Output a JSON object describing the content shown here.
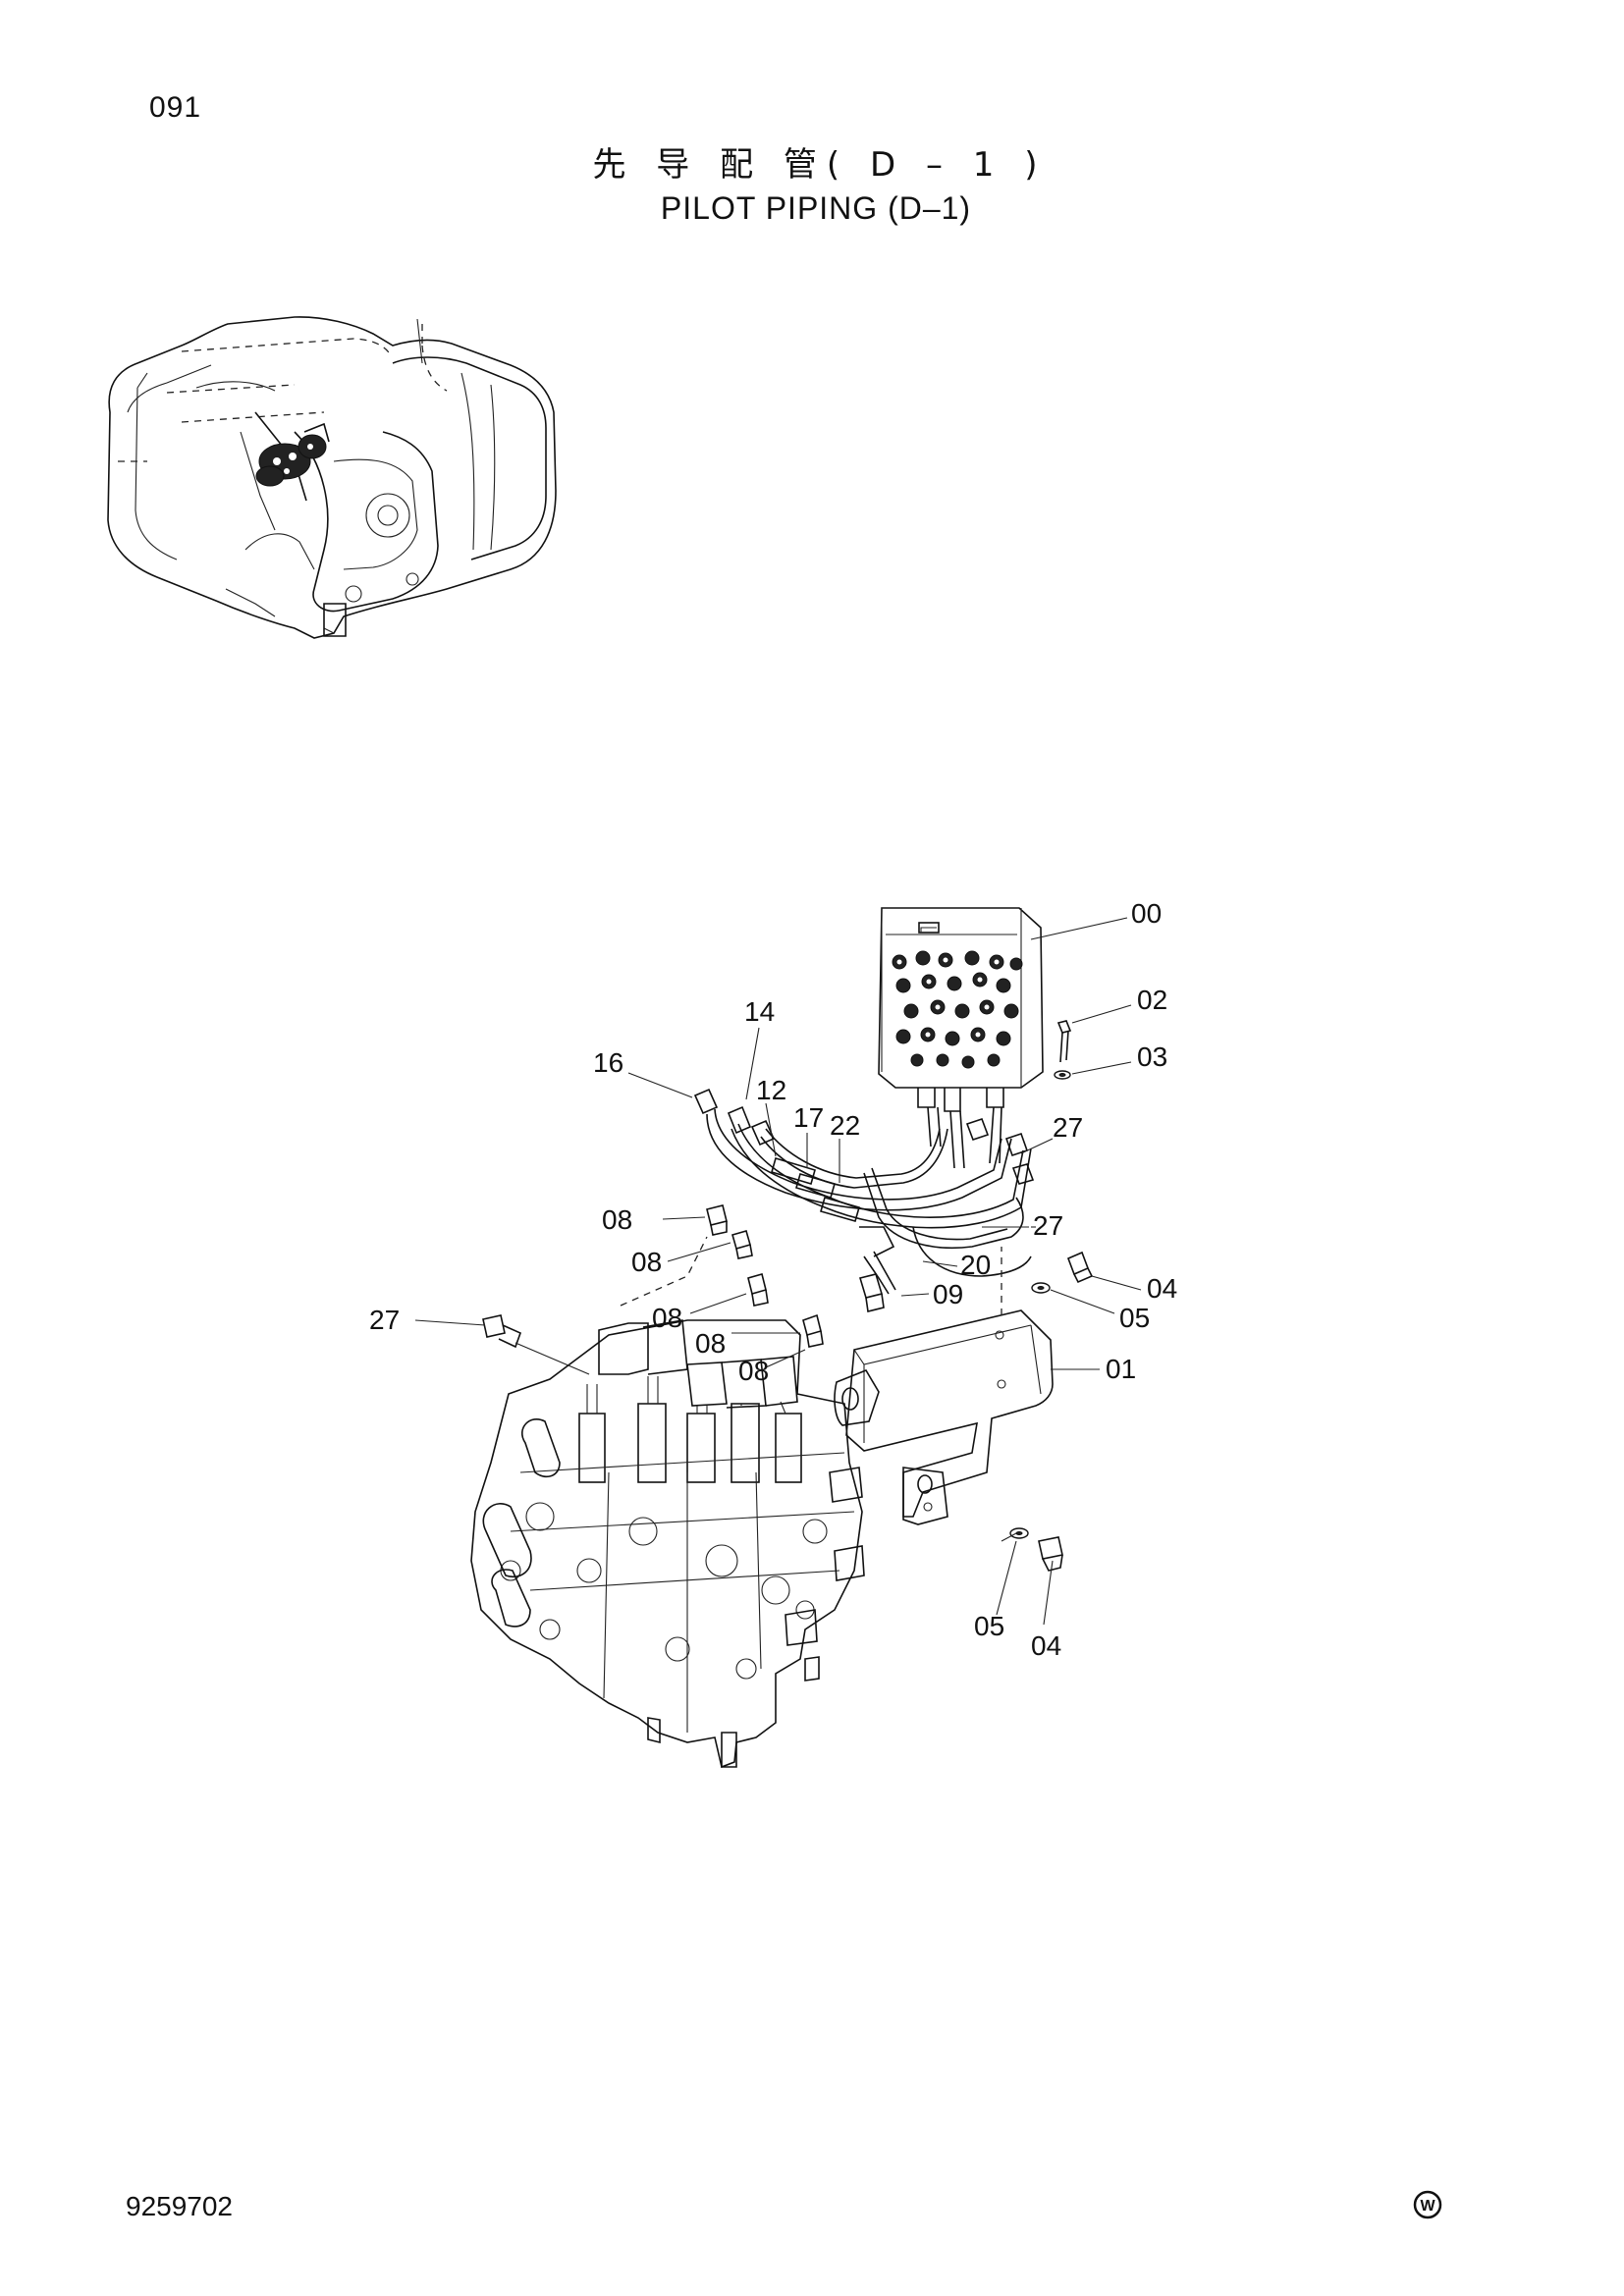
{
  "page": {
    "number": "091",
    "title_jp": "先 导 配 管( D – 1 )",
    "title_en": "PILOT PIPING (D–1)",
    "doc_number": "9259702",
    "mark_letter": "W"
  },
  "callouts": [
    {
      "id": "c00",
      "label": "00"
    },
    {
      "id": "c02",
      "label": "02"
    },
    {
      "id": "c03",
      "label": "03"
    },
    {
      "id": "c14",
      "label": "14"
    },
    {
      "id": "c16",
      "label": "16"
    },
    {
      "id": "c12",
      "label": "12"
    },
    {
      "id": "c17",
      "label": "17"
    },
    {
      "id": "c22",
      "label": "22"
    },
    {
      "id": "c27a",
      "label": "27"
    },
    {
      "id": "c27b",
      "label": "27"
    },
    {
      "id": "c08a",
      "label": "08"
    },
    {
      "id": "c08b",
      "label": "08"
    },
    {
      "id": "c20",
      "label": "20"
    },
    {
      "id": "c04a",
      "label": "04"
    },
    {
      "id": "c09",
      "label": "09"
    },
    {
      "id": "c05a",
      "label": "05"
    },
    {
      "id": "c27c",
      "label": "27"
    },
    {
      "id": "c08c",
      "label": "08"
    },
    {
      "id": "c08d",
      "label": "08"
    },
    {
      "id": "c08e",
      "label": "08"
    },
    {
      "id": "c01",
      "label": "01"
    },
    {
      "id": "c05b",
      "label": "05"
    },
    {
      "id": "c04b",
      "label": "04"
    }
  ]
}
